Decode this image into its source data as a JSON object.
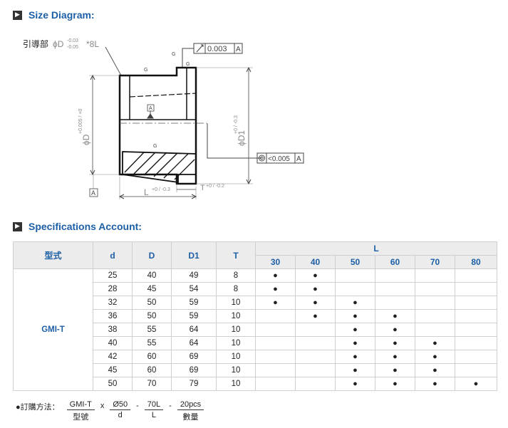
{
  "size_section": {
    "icon": "arrow-right-icon",
    "title": "Size Diagram:"
  },
  "spec_section": {
    "icon": "arrow-right-icon",
    "title": "Specifications Account:"
  },
  "diagram": {
    "lead_label": "引導部",
    "lead_dim": "ϕD",
    "lead_tol_top": "-0.03",
    "lead_tol_bot": "-0.05",
    "lead_len": "*8L",
    "runout": "0.003",
    "concentric": "<0.005",
    "datum": "A",
    "finish": "G",
    "D_label": "ϕD",
    "D_tol": "+0.005 / +0",
    "D1_label": "ϕD1",
    "D1_tol": "+0 / -0.3",
    "L_label": "L",
    "L_tol": "+0 / -0.3",
    "T_label": "T",
    "T_tol": "+0 / -0.2"
  },
  "table": {
    "headers": {
      "model": "型式",
      "d": "d",
      "D": "D",
      "D1": "D1",
      "T": "T",
      "L": "L"
    },
    "l_values": [
      "30",
      "40",
      "50",
      "60",
      "70",
      "80"
    ],
    "model": "GMI-T",
    "dot": "●",
    "rows": [
      {
        "d": "25",
        "D": "40",
        "D1": "49",
        "T": "8",
        "marks": [
          1,
          1,
          0,
          0,
          0,
          0
        ]
      },
      {
        "d": "28",
        "D": "45",
        "D1": "54",
        "T": "8",
        "marks": [
          1,
          1,
          0,
          0,
          0,
          0
        ]
      },
      {
        "d": "32",
        "D": "50",
        "D1": "59",
        "T": "10",
        "marks": [
          1,
          1,
          1,
          0,
          0,
          0
        ]
      },
      {
        "d": "36",
        "D": "50",
        "D1": "59",
        "T": "10",
        "marks": [
          0,
          1,
          1,
          1,
          0,
          0
        ]
      },
      {
        "d": "38",
        "D": "55",
        "D1": "64",
        "T": "10",
        "marks": [
          0,
          0,
          1,
          1,
          0,
          0
        ]
      },
      {
        "d": "40",
        "D": "55",
        "D1": "64",
        "T": "10",
        "marks": [
          0,
          0,
          1,
          1,
          1,
          0
        ]
      },
      {
        "d": "42",
        "D": "60",
        "D1": "69",
        "T": "10",
        "marks": [
          0,
          0,
          1,
          1,
          1,
          0
        ]
      },
      {
        "d": "45",
        "D": "60",
        "D1": "69",
        "T": "10",
        "marks": [
          0,
          0,
          1,
          1,
          1,
          0
        ]
      },
      {
        "d": "50",
        "D": "70",
        "D1": "79",
        "T": "10",
        "marks": [
          0,
          0,
          1,
          1,
          1,
          1
        ]
      }
    ]
  },
  "order": {
    "label": "●訂購方法：",
    "parts": [
      {
        "top": "GMI-T",
        "bot": "型號"
      },
      {
        "top": "Ø50",
        "bot": "d"
      },
      {
        "top": "70L",
        "bot": "L"
      },
      {
        "top": "20pcs",
        "bot": "數量"
      }
    ],
    "ops": [
      "x",
      "-",
      "-"
    ]
  }
}
